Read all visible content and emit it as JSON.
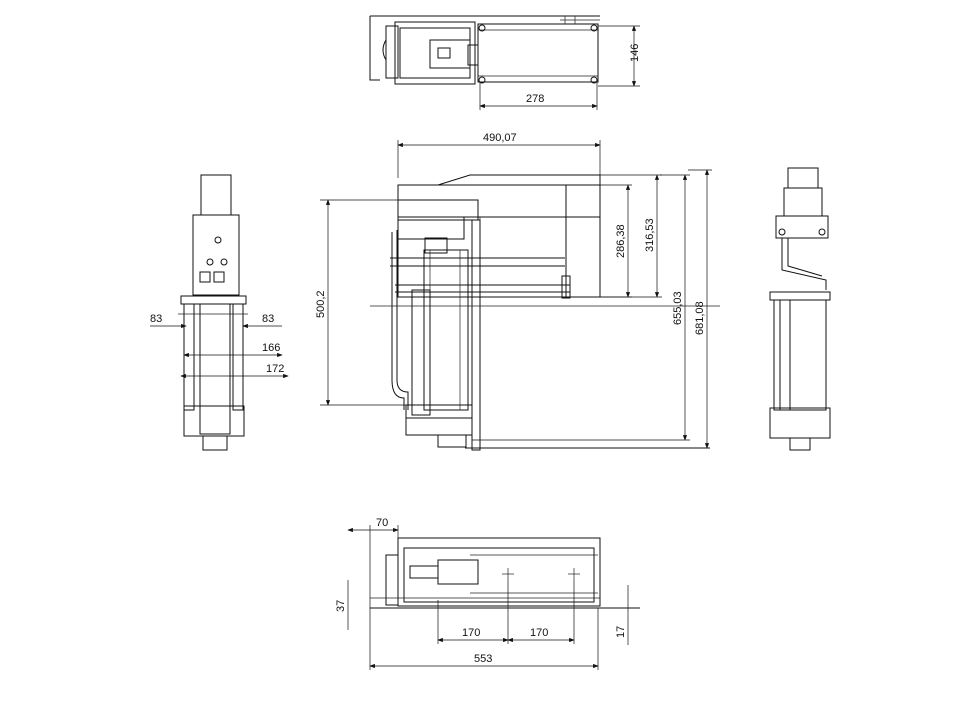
{
  "drawing": {
    "top_view": {
      "width_278": "278",
      "height_146": "146"
    },
    "front_view": {
      "width_490": "490,07",
      "height_500": "500,2",
      "height_286": "286,38",
      "height_316": "316,53",
      "height_655": "655,03",
      "height_681": "681,08"
    },
    "side_view": {
      "left_83": "83",
      "right_83": "83",
      "width_166": "166",
      "width_172": "172"
    },
    "bottom_view": {
      "offset_70": "70",
      "height_37": "37",
      "spacing_170a": "170",
      "spacing_170b": "170",
      "height_17": "17",
      "width_553": "553"
    }
  }
}
